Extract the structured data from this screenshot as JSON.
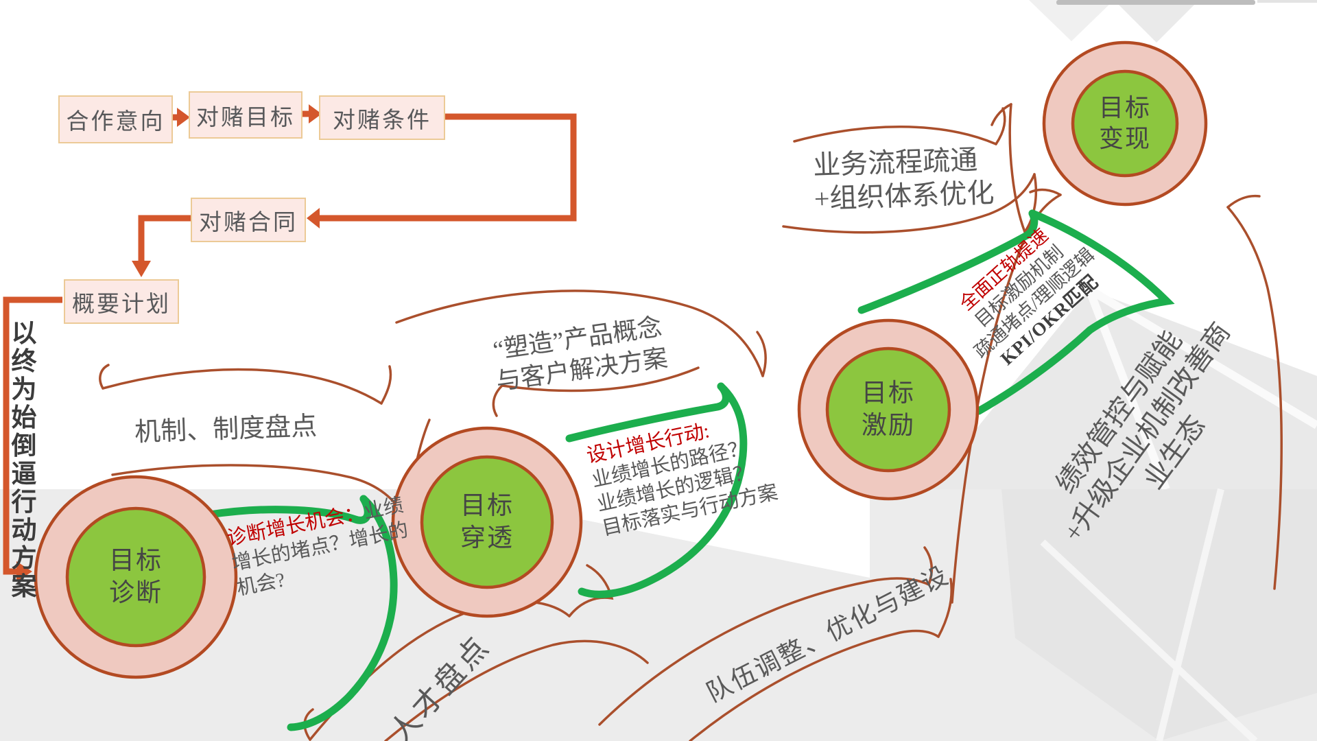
{
  "flow": {
    "box1": "合作意向",
    "box2": "对赌目标",
    "box3": "对赌条件",
    "box4": "对赌合同",
    "box5": "概要计划",
    "side_note": "以终为始倒逼行动方案"
  },
  "stages": [
    {
      "line1": "目标",
      "line2": "诊断"
    },
    {
      "line1": "目标",
      "line2": "穿透"
    },
    {
      "line1": "目标",
      "line2": "激励"
    },
    {
      "line1": "目标",
      "line2": "变现"
    }
  ],
  "labels": {
    "mechanism": "机制、制度盘点",
    "talent": "人才盘点",
    "product_l1": "“塑造”产品概念",
    "product_l2": "与客户解决方案",
    "process_l1": "业务流程疏通",
    "process_l2": "+组织体系优化",
    "team": "队伍调整、优化与建设",
    "perf_l1": "绩效管控与赋能",
    "perf_l2": "+升级企业机制改善商",
    "perf_l3": "业生态"
  },
  "annotations": {
    "a1_title": "诊断增长机会：",
    "a1_body": "业绩增长的堵点？增长的机会?",
    "a2_title": "设计增长行动:",
    "a2_l1": "业绩增长的路径？",
    "a2_l2": "业绩增长的逻辑？",
    "a2_l3": "目标落实与行动方案",
    "a3_title": "全面正轨提速",
    "a3_l1": "目标激励机制",
    "a3_l2": "疏通堵点/理顺逻辑",
    "a3_l3": "KPI/OKR匹配"
  },
  "colors": {
    "flow_box_fill": "#fce9e5",
    "flow_box_border": "#ecca96",
    "connector_orange": "#d4572c",
    "circle_border": "#b34a22",
    "circle_outer_fill": "#efc9c0",
    "circle_inner_fill": "#8cc63f",
    "green_arrow": "#1cae4d",
    "swoosh_brown": "#aa4f2c",
    "text_gray": "#595959",
    "text_red": "#c00000",
    "band_gray": "#ececec"
  }
}
